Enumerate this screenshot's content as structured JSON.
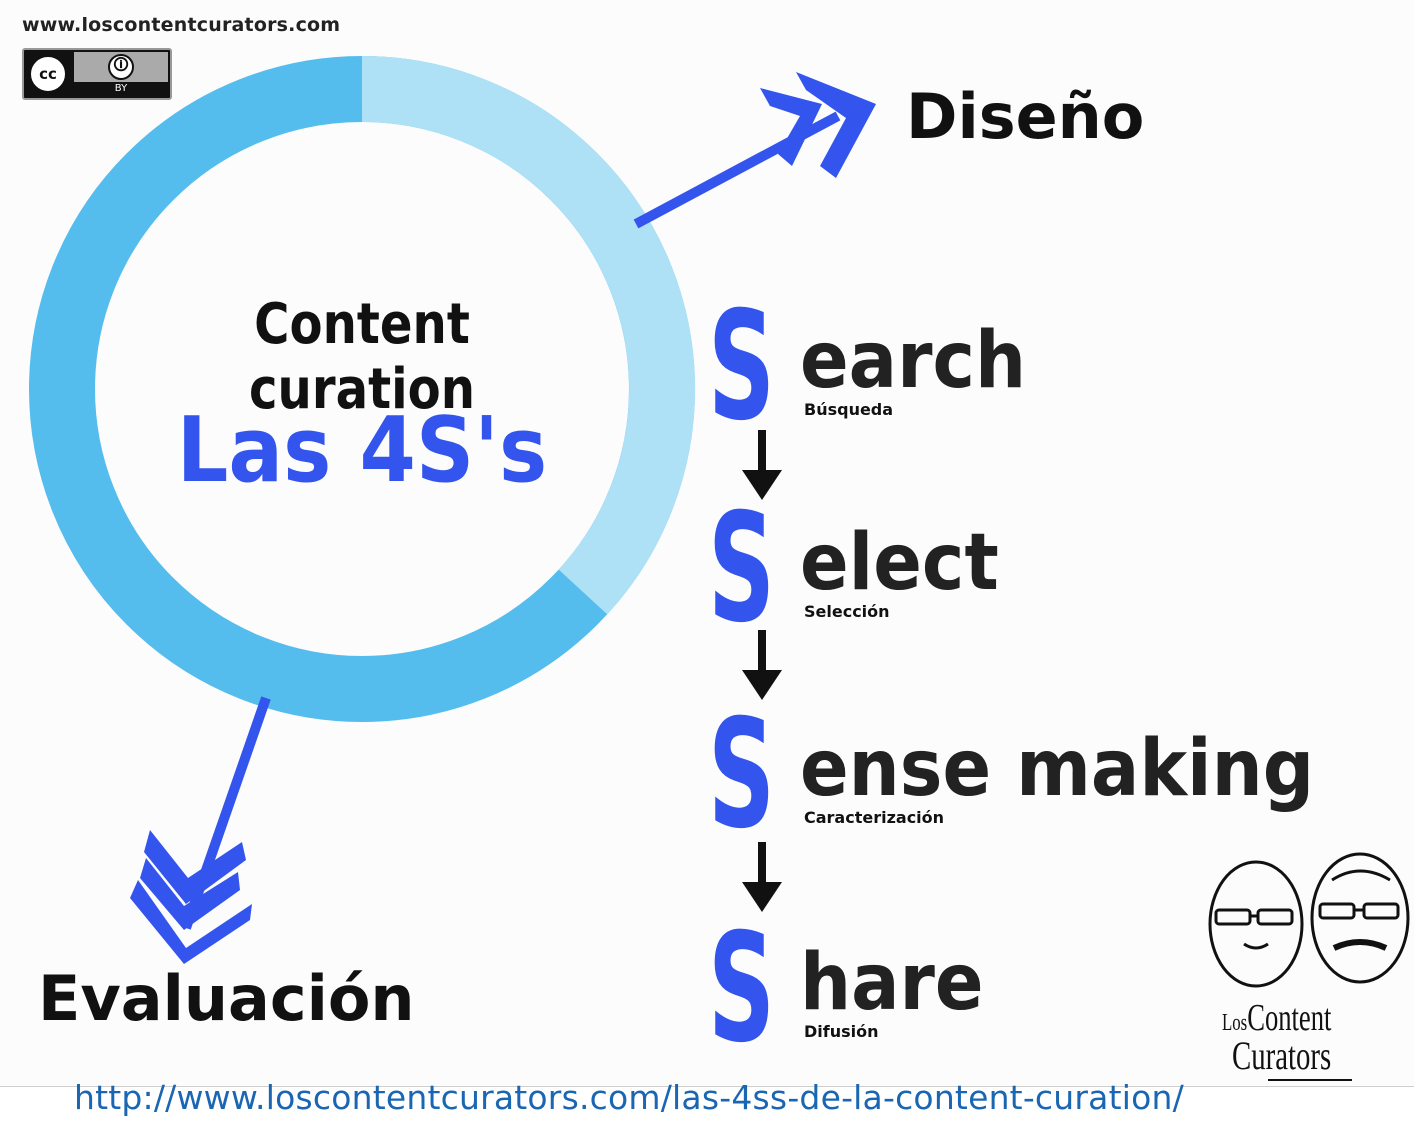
{
  "header": {
    "site_url": "www.loscontentcurators.com",
    "license_badge": {
      "cc": "cc",
      "by": "BY"
    }
  },
  "center": {
    "title": "Content curation",
    "subtitle": "Las 4S's"
  },
  "branches": {
    "top": "Diseño",
    "bottom": "Evaluación"
  },
  "steps": [
    {
      "letter": "S",
      "rest": "earch",
      "translation": "Búsqueda"
    },
    {
      "letter": "S",
      "rest": "elect",
      "translation": "Selección"
    },
    {
      "letter": "S",
      "rest": "ense making",
      "translation": "Caracterización"
    },
    {
      "letter": "S",
      "rest": "hare",
      "translation": "Difusión"
    }
  ],
  "logo": {
    "line1_small": "Los",
    "line1": "Content",
    "line2": "Curators"
  },
  "footer": {
    "link": "http://www.loscontentcurators.com/las-4ss-de-la-content-curation/"
  },
  "colors": {
    "accent_blue": "#3355ee",
    "ring_dark": "#55bdee",
    "ring_light": "#aee0f6",
    "text": "#111111"
  }
}
